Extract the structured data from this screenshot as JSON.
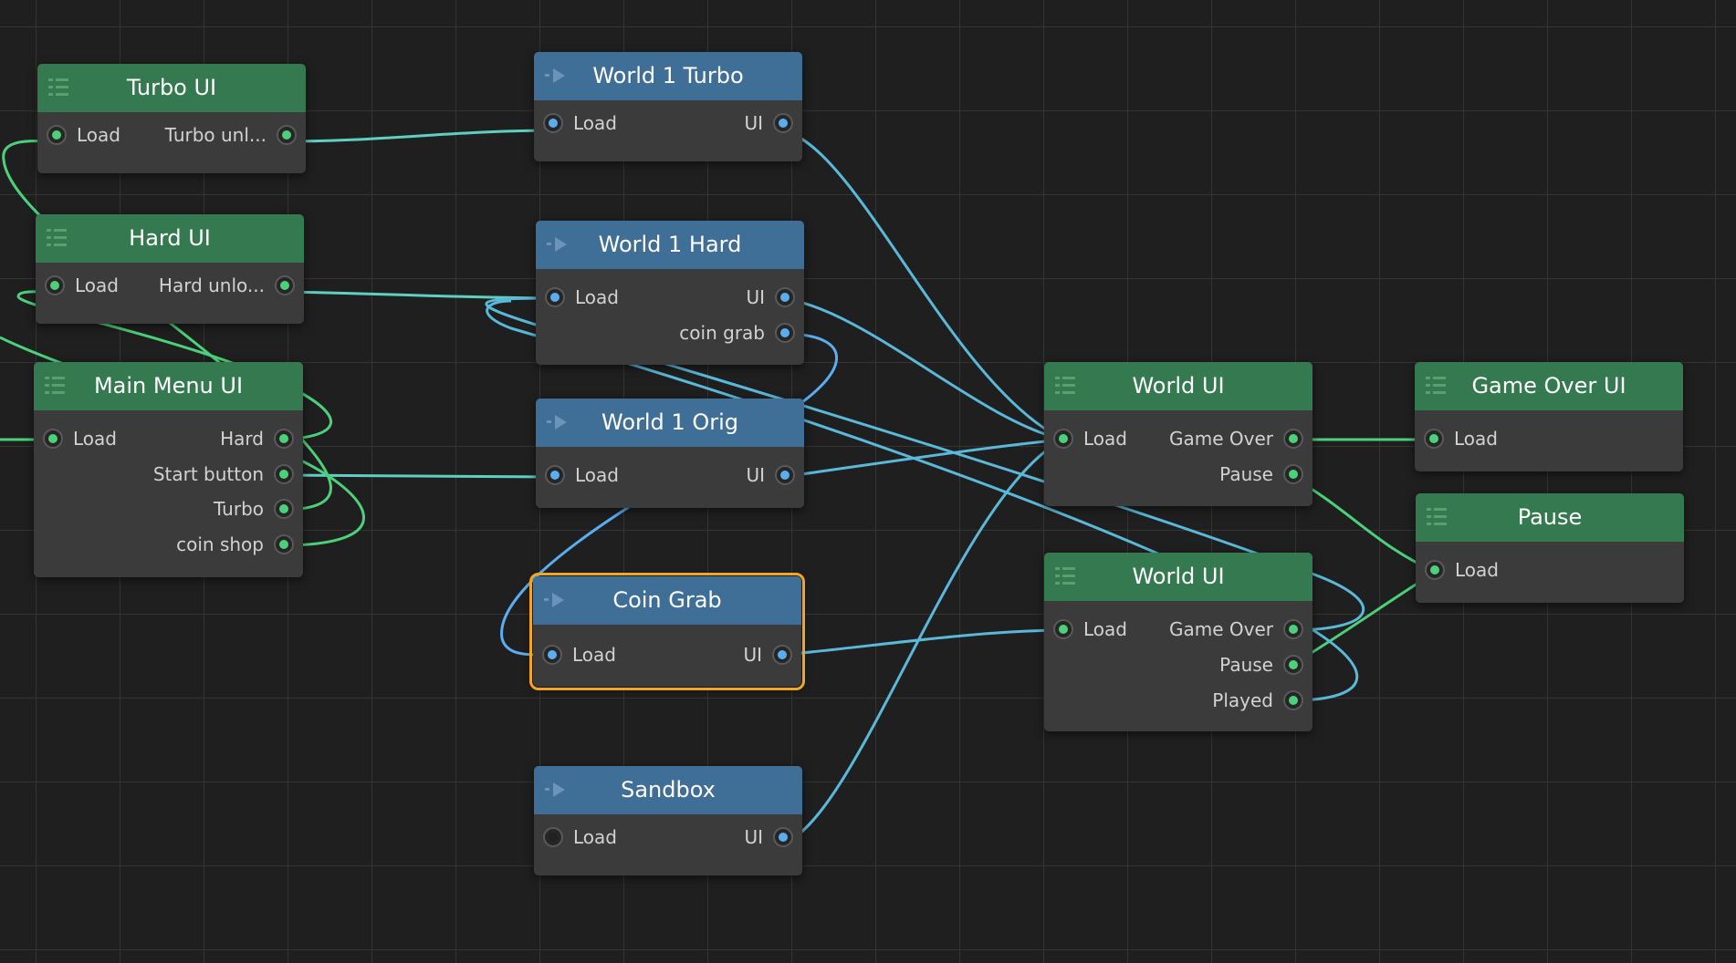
{
  "nodes": {
    "turbo_ui": {
      "title": "Turbo UI",
      "in": "Load",
      "out": "Turbo unl..."
    },
    "hard_ui": {
      "title": "Hard UI",
      "in": "Load",
      "out": "Hard unlo..."
    },
    "main_menu_ui": {
      "title": "Main Menu UI",
      "in": "Load",
      "outs": [
        "Hard",
        "Start button",
        "Turbo",
        "coin shop"
      ]
    },
    "world1_turbo": {
      "title": "World 1 Turbo",
      "in": "Load",
      "out": "UI"
    },
    "world1_hard": {
      "title": "World 1 Hard",
      "in": "Load",
      "outs": [
        "UI",
        "coin grab"
      ]
    },
    "world1_orig": {
      "title": "World 1 Orig",
      "in": "Load",
      "out": "UI"
    },
    "coin_grab": {
      "title": "Coin Grab",
      "in": "Load",
      "out": "UI"
    },
    "sandbox": {
      "title": "Sandbox",
      "in": "Load",
      "out": "UI"
    },
    "world_ui_1": {
      "title": "World UI",
      "in": "Load",
      "outs": [
        "Game Over",
        "Pause"
      ]
    },
    "world_ui_2": {
      "title": "World UI",
      "in": "Load",
      "outs": [
        "Game Over",
        "Pause",
        "Played"
      ]
    },
    "game_over_ui": {
      "title": "Game Over UI",
      "in": "Load"
    },
    "pause": {
      "title": "Pause",
      "in": "Load"
    }
  },
  "colors": {
    "canvas": "#1f1f1f",
    "grid": "#343434",
    "node_body": "#3b3b3b",
    "ui_header": "#34794f",
    "flow_header": "#3f6e97",
    "green_port": "#4cd17a",
    "blue_port": "#5aaef0",
    "selection": "#f2a624"
  },
  "icons": {
    "ui_node": "list-icon",
    "flow_node": "play-arrow-icon"
  }
}
